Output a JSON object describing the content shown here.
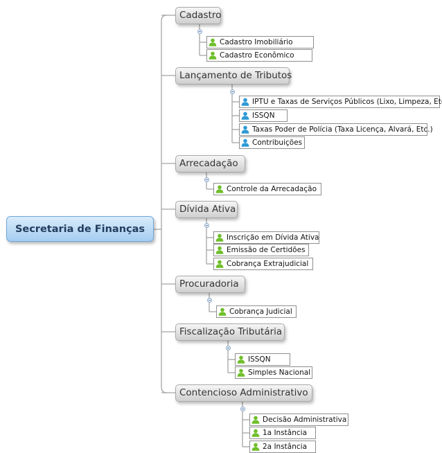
{
  "root": {
    "label": "Secretaria de Finanças"
  },
  "colors": {
    "line": "#a4a4a4",
    "person_green": "#6fbf2a",
    "person_blue": "#2d9ad6"
  },
  "branches": [
    {
      "label": "Cadastro",
      "icon_color": "green",
      "children": [
        "Cadastro Imobiliário",
        "Cadastro Econômico"
      ]
    },
    {
      "label": "Lançamento de Tributos",
      "icon_color": "blue",
      "children": [
        "IPTU e Taxas de Serviços Públicos (Lixo, Limpeza, Etc.)",
        "ISSQN",
        "Taxas Poder de Polícia (Taxa Licença, Alvará, Etc.)",
        "Contribuições"
      ]
    },
    {
      "label": "Arrecadação",
      "icon_color": "green",
      "children": [
        "Controle da Arrecadação"
      ]
    },
    {
      "label": "Dívida Ativa",
      "icon_color": "green",
      "children": [
        "Inscrição em Dívida Ativa",
        "Emissão de Certidões",
        "Cobrança Extrajudicial"
      ]
    },
    {
      "label": "Procuradoria",
      "icon_color": "green",
      "children": [
        "Cobrança Judicial"
      ]
    },
    {
      "label": "Fiscalização Tributária",
      "icon_color": "green",
      "children": [
        "ISSQN",
        "Simples Nacional"
      ]
    },
    {
      "label": "Contencioso Administrativo",
      "icon_color": "green",
      "children": [
        "Decisão Administrativa",
        "1a Instância",
        "2a Instância"
      ]
    }
  ]
}
